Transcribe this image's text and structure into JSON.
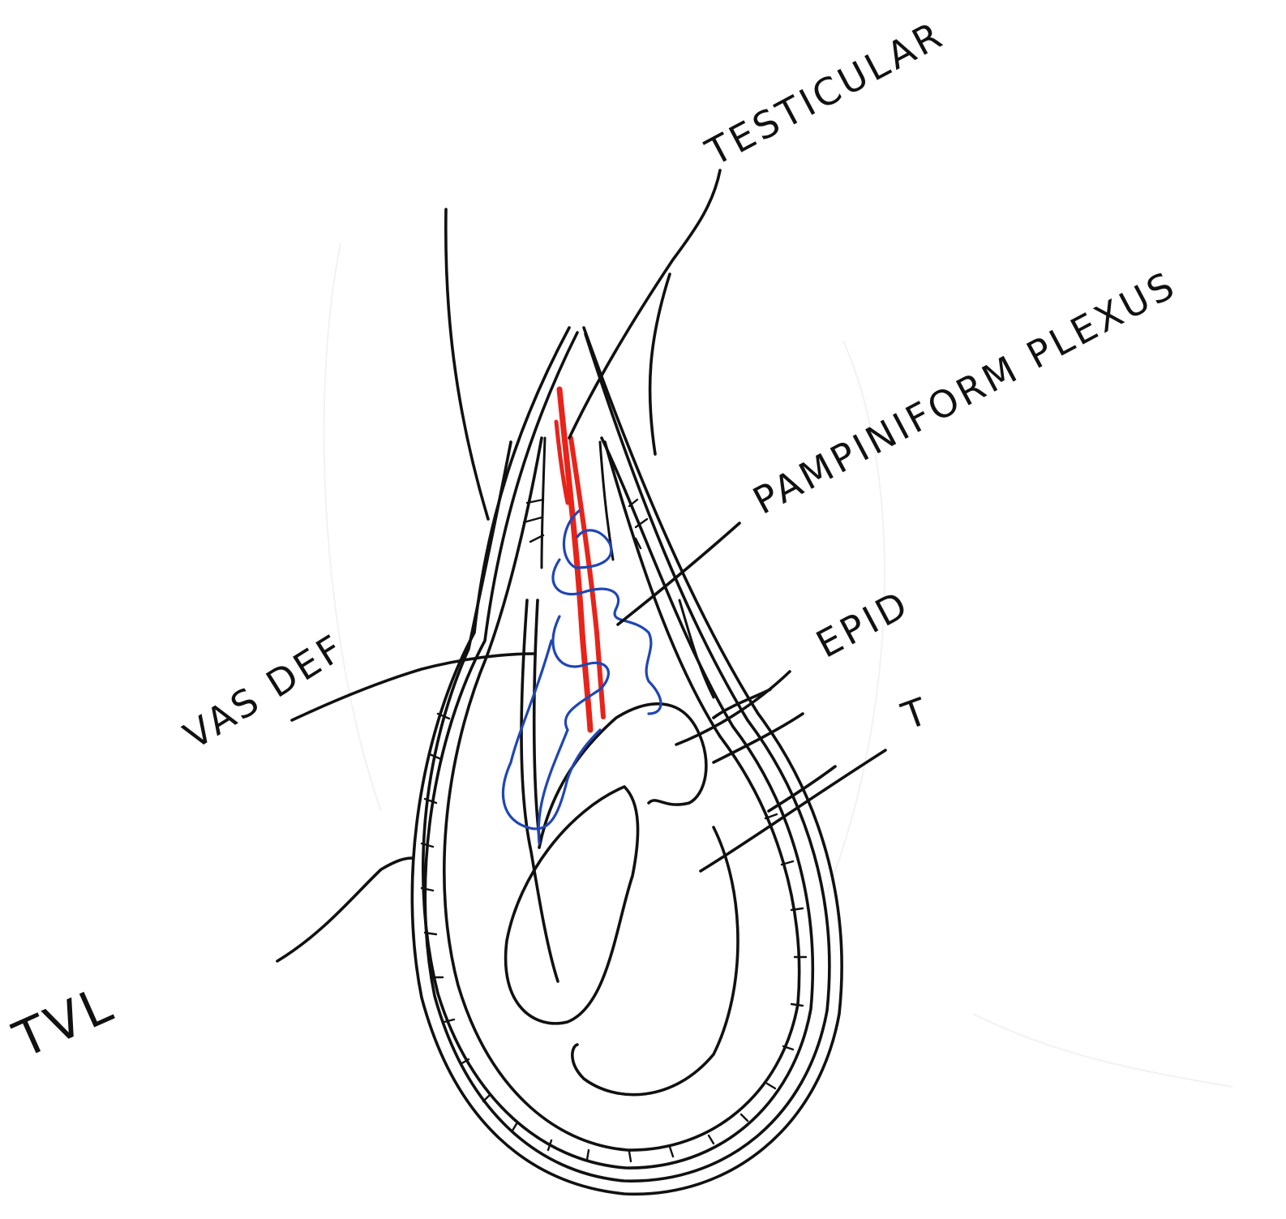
{
  "labels": {
    "testicular": "TESTICULAR",
    "pampiniform": "PAMPINIFORM PLEXUS",
    "vas_def": "VAS DEF",
    "epid": "EPID",
    "t": "T",
    "tvl": "TVL"
  },
  "colors": {
    "ink": "#111111",
    "artery": "#e8231a",
    "plexus": "#1f46b4",
    "paper": "#ffffff"
  }
}
